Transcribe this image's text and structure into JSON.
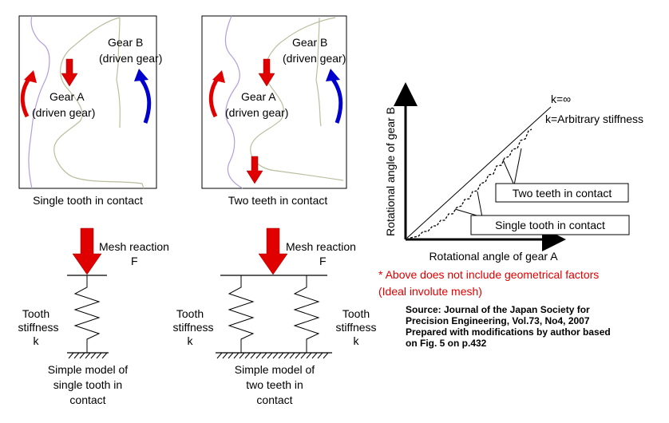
{
  "panel1": {
    "gear_b": "Gear B",
    "gear_b_sub": "(driven gear)",
    "gear_a": "Gear A",
    "gear_a_sub": "(driven gear)",
    "caption": "Single tooth in contact"
  },
  "panel2": {
    "gear_b": "Gear B",
    "gear_b_sub": "(driven gear)",
    "gear_a": "Gear A",
    "gear_a_sub": "(driven gear)",
    "caption": "Two teeth in contact"
  },
  "model1": {
    "reaction_1": "Mesh reaction",
    "reaction_2": "F",
    "stiff_1": "Tooth",
    "stiff_2": "stiffness",
    "stiff_3": "k",
    "caption_1": "Simple model of",
    "caption_2": "single tooth in",
    "caption_3": "contact"
  },
  "model2": {
    "reaction_1": "Mesh reaction",
    "reaction_2": "F",
    "left_stiff_1": "Tooth",
    "left_stiff_2": "stiffness",
    "left_stiff_3": "k",
    "right_stiff_1": "Tooth",
    "right_stiff_2": "stiffness",
    "right_stiff_3": "k",
    "caption_1": "Simple model of",
    "caption_2": "two teeth in",
    "caption_3": "contact"
  },
  "plot": {
    "ylabel": "Rotational angle of gear B",
    "xlabel": "Rotational angle of gear A",
    "line_inf": "k=∞",
    "line_arb": "k=Arbitrary stiffness",
    "box_two": "Two teeth in contact",
    "box_single": "Single tooth in contact"
  },
  "note": {
    "line1": "* Above does not include geometrical factors",
    "line2": "(Ideal involute mesh)",
    "color": "#e00000"
  },
  "source": {
    "line1": "Source: Journal of the Japan Society for",
    "line2": "Precision Engineering, Vol.73, No4, 2007",
    "line3": "Prepared with modifications by author based",
    "line4": "on Fig. 5 on p.432"
  },
  "colors": {
    "force_arrow": "#e00000",
    "gear_a_rotation": "#e00000",
    "gear_b_rotation": "#0000cc",
    "gear_b_outline": "#b8bf9e",
    "gear_a_outline": "#b39ddb"
  }
}
